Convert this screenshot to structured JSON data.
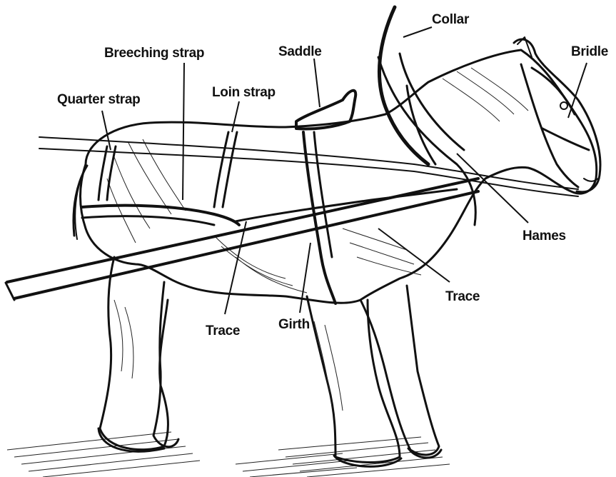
{
  "labels": {
    "collar": "Collar",
    "breeching_strap": "Breeching strap",
    "saddle": "Saddle",
    "bridle": "Bridle",
    "quarter_strap": "Quarter strap",
    "loin_strap": "Loin strap",
    "hames": "Hames",
    "trace_right": "Trace",
    "trace_left": "Trace",
    "girth": "Girth"
  },
  "colors": {
    "ink": "#111111",
    "paper": "#ffffff"
  }
}
